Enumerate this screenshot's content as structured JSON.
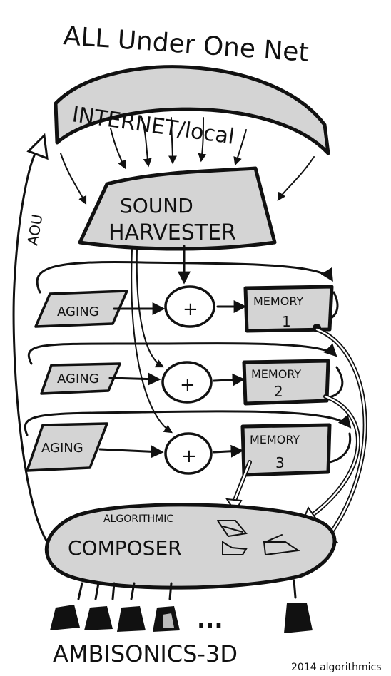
{
  "title": "ALL Under One Net",
  "internet_label": "INTERNET/local",
  "sound_harvester": {
    "line1": "SOUND",
    "line2": "HARVESTER"
  },
  "aou_label": "AOU",
  "rows": [
    {
      "aging": "AGING",
      "plus": "+",
      "memory": "MEMORY",
      "memory_num": "1"
    },
    {
      "aging": "AGING",
      "plus": "+",
      "memory": "MEMORY",
      "memory_num": "2"
    },
    {
      "aging": "AGING",
      "plus": "+",
      "memory": "MEMORY",
      "memory_num": "3"
    }
  ],
  "composer": {
    "line1": "ALGORITHMIC",
    "line2": "COMPOSER"
  },
  "ellipsis": "...",
  "footer_label": "AMBISONICS-3D",
  "signature": "2014 algorithmics",
  "colors": {
    "ink": "#111111",
    "shade": "#d4d4d4",
    "paper": "#ffffff"
  }
}
